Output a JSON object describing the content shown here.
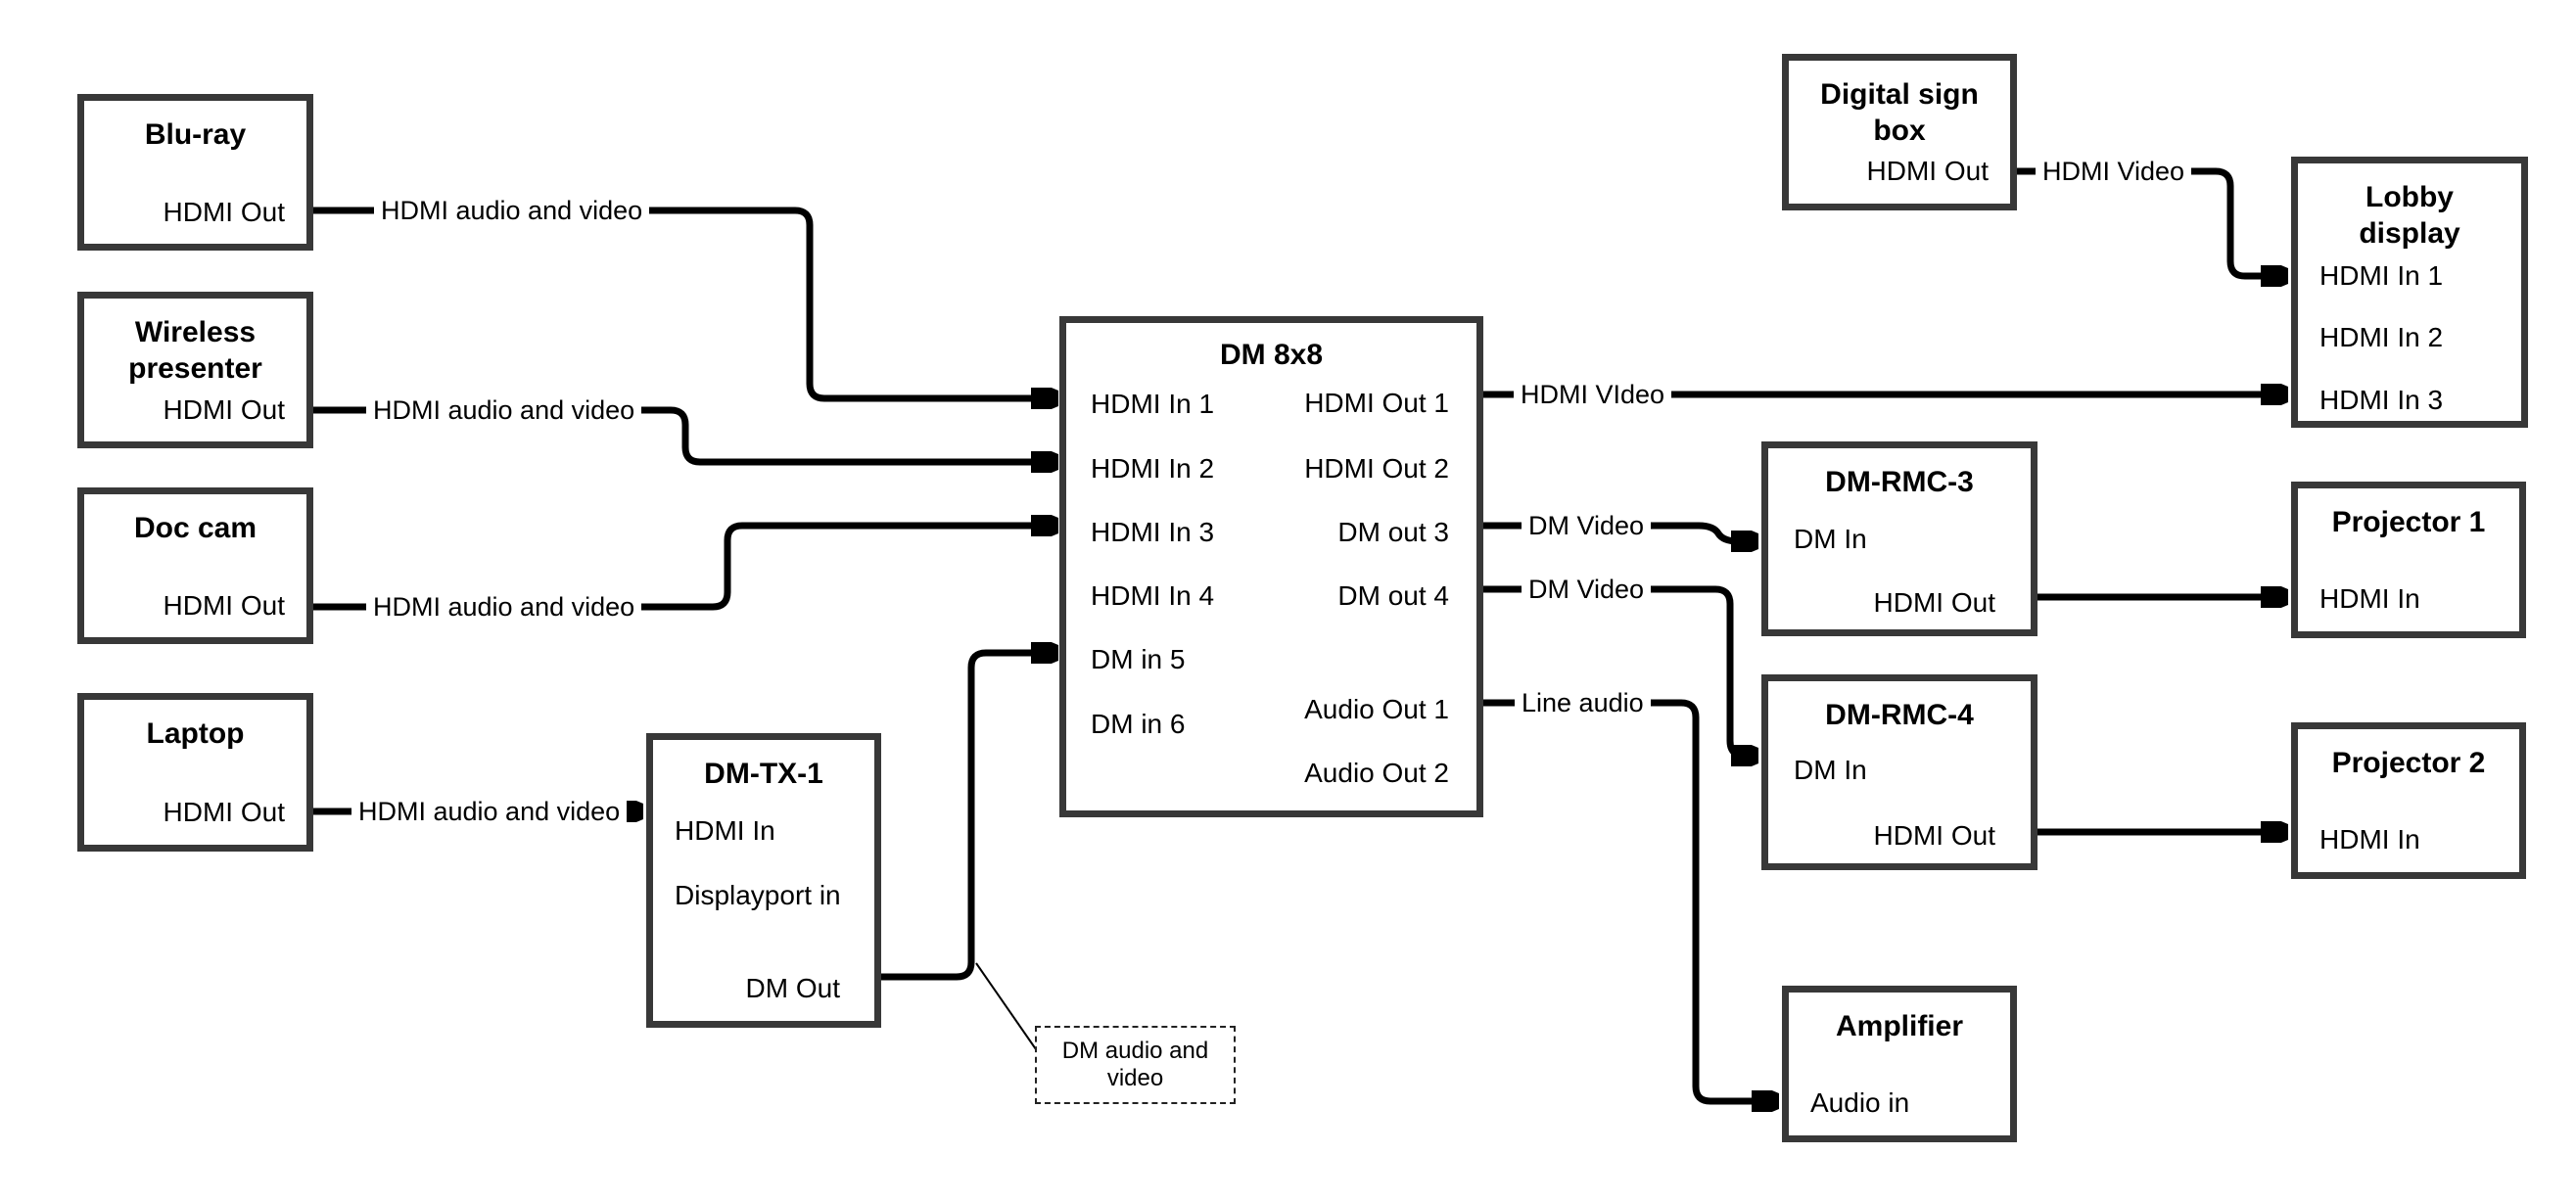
{
  "nodes": {
    "blu_ray": {
      "title": "Blu-ray",
      "ports": {
        "hdmi_out": "HDMI Out"
      }
    },
    "wireless_presenter": {
      "title_lines": [
        "Wireless",
        "presenter"
      ],
      "ports": {
        "hdmi_out": "HDMI Out"
      }
    },
    "doc_cam": {
      "title": "Doc cam",
      "ports": {
        "hdmi_out": "HDMI Out"
      }
    },
    "laptop": {
      "title": "Laptop",
      "ports": {
        "hdmi_out": "HDMI Out"
      }
    },
    "dm_tx_1": {
      "title": "DM-TX-1",
      "ports": {
        "hdmi_in": "HDMI In",
        "displayport_in": "Displayport in",
        "dm_out": "DM Out"
      }
    },
    "dm_8x8": {
      "title": "DM 8x8",
      "ports": {
        "hdmi_in_1": "HDMI In 1",
        "hdmi_in_2": "HDMI In 2",
        "hdmi_in_3": "HDMI In 3",
        "hdmi_in_4": "HDMI In 4",
        "dm_in_5": "DM in 5",
        "dm_in_6": "DM in 6",
        "hdmi_out_1": "HDMI Out 1",
        "hdmi_out_2": "HDMI Out 2",
        "dm_out_3": "DM out 3",
        "dm_out_4": "DM out 4",
        "audio_out_1": "Audio Out 1",
        "audio_out_2": "Audio Out 2"
      }
    },
    "digital_sign_box": {
      "title_lines": [
        "Digital sign",
        "box"
      ],
      "ports": {
        "hdmi_out": "HDMI Out"
      }
    },
    "lobby_display": {
      "title_lines": [
        "Lobby",
        "display"
      ],
      "ports": {
        "hdmi_in_1": "HDMI In 1",
        "hdmi_in_2": "HDMI In 2",
        "hdmi_in_3": "HDMI In 3"
      }
    },
    "dm_rmc_3": {
      "title": "DM-RMC-3",
      "ports": {
        "dm_in": "DM In",
        "hdmi_out": "HDMI Out"
      }
    },
    "projector_1": {
      "title": "Projector 1",
      "ports": {
        "hdmi_in": "HDMI In"
      }
    },
    "dm_rmc_4": {
      "title": "DM-RMC-4",
      "ports": {
        "dm_in": "DM In",
        "hdmi_out": "HDMI Out"
      }
    },
    "projector_2": {
      "title": "Projector 2",
      "ports": {
        "hdmi_in": "HDMI In"
      }
    },
    "amplifier": {
      "title": "Amplifier",
      "ports": {
        "audio_in": "Audio in"
      }
    }
  },
  "wire_labels": {
    "blu_ray_line": "HDMI audio and video",
    "wireless_line": "HDMI audio and video",
    "doc_cam_line": "HDMI audio and video",
    "laptop_line": "HDMI audio and video",
    "hdmi_out_1_line": "HDMI VIdeo",
    "dm_out_3_line": "DM Video",
    "dm_out_4_line": "DM Video",
    "audio_out_1_line": "Line audio",
    "digital_sign_line": "HDMI Video"
  },
  "callout": {
    "lines": [
      "DM audio and",
      "video"
    ]
  },
  "colors": {
    "line": "#000000",
    "node_border": "#383838",
    "background": "#ffffff"
  }
}
